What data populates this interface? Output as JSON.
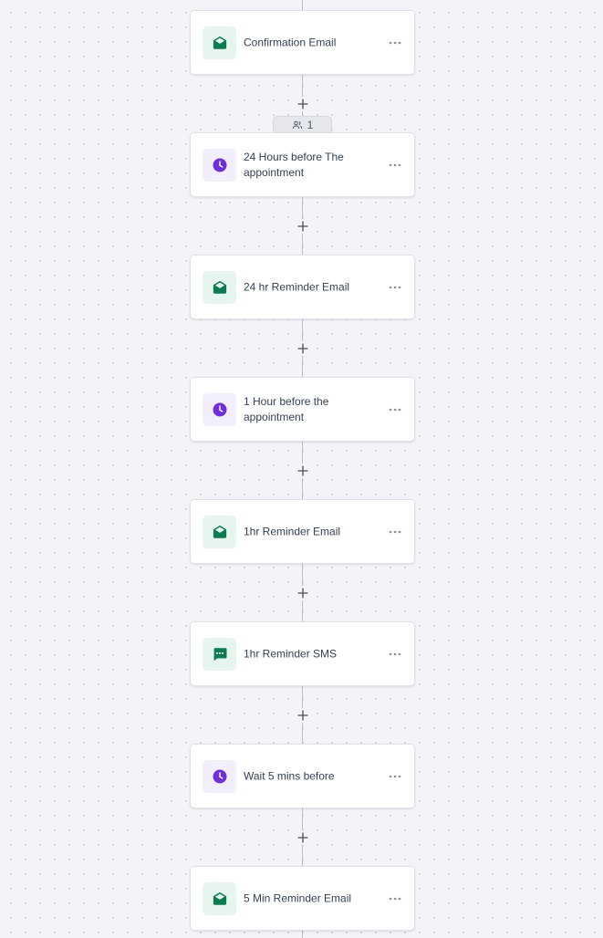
{
  "workflow": {
    "contact_count": "1",
    "colors": {
      "email_icon": "#0e7a52",
      "wait_icon": "#6d2fd9",
      "email_icon_bg": "#e6f6ee",
      "wait_icon_bg": "#f2eefb"
    },
    "steps": [
      {
        "type": "email",
        "icon": "email-open-icon",
        "label": "Confirmation Email"
      },
      {
        "type": "wait",
        "icon": "clock-icon",
        "label": "24 Hours before The appointment"
      },
      {
        "type": "email",
        "icon": "email-open-icon",
        "label": "24 hr Reminder Email"
      },
      {
        "type": "wait",
        "icon": "clock-icon",
        "label": "1 Hour before the appointment"
      },
      {
        "type": "email",
        "icon": "email-open-icon",
        "label": "1hr Reminder Email"
      },
      {
        "type": "sms",
        "icon": "sms-message-icon",
        "label": "1hr Reminder SMS"
      },
      {
        "type": "wait",
        "icon": "clock-icon",
        "label": "Wait 5 mins before"
      },
      {
        "type": "email",
        "icon": "email-open-icon",
        "label": "5 Min Reminder Email"
      }
    ]
  }
}
